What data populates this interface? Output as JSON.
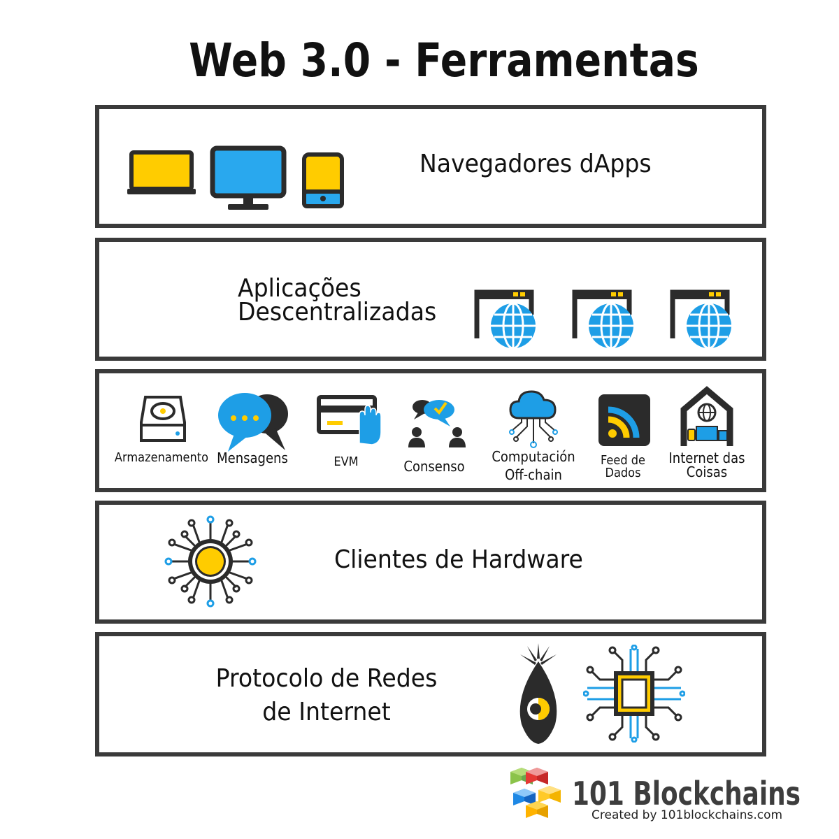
{
  "title": "Web 3.0 - Ferramentas",
  "layers": {
    "browsers": {
      "label": "Navegadores dApps"
    },
    "apps": {
      "label_line1": "Aplicações",
      "label_line2": "Descentralizadas"
    },
    "services": {
      "items": [
        {
          "label": "Armazenamento",
          "icon": "storage-drive-icon"
        },
        {
          "label": "Mensagens",
          "icon": "chat-bubbles-icon"
        },
        {
          "label": "EVM",
          "icon": "card-hand-icon"
        },
        {
          "label": "Consenso",
          "icon": "consensus-people-icon"
        },
        {
          "label_line1": "Computación",
          "label_line2": "Off-chain",
          "icon": "cloud-network-icon"
        },
        {
          "label_line1": "Feed de",
          "label_line2": "Dados",
          "icon": "rss-feed-icon"
        },
        {
          "label_line1": "Internet das",
          "label_line2": "Coisas",
          "icon": "smart-home-icon"
        }
      ]
    },
    "hardware": {
      "label": "Clientes de Hardware"
    },
    "protocol": {
      "label_line1": "Protocolo de Redes",
      "label_line2": "de Internet"
    }
  },
  "logo": {
    "name": "101 Blockchains",
    "subtitle": "Created by 101blockchains.com"
  },
  "colors": {
    "border": "#3a3a3a",
    "yellow": "#ffcc00",
    "blue": "#1e9ee6",
    "dark": "#2b2b2b"
  }
}
